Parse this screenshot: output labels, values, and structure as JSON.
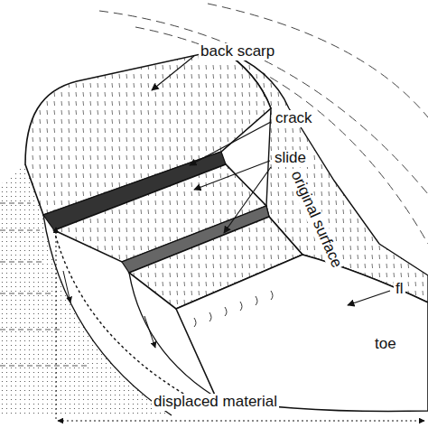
{
  "diagram": {
    "labels": [
      "back scarp",
      "crack",
      "slide",
      "original surface",
      "fl",
      "toe",
      "displaced material"
    ]
  }
}
